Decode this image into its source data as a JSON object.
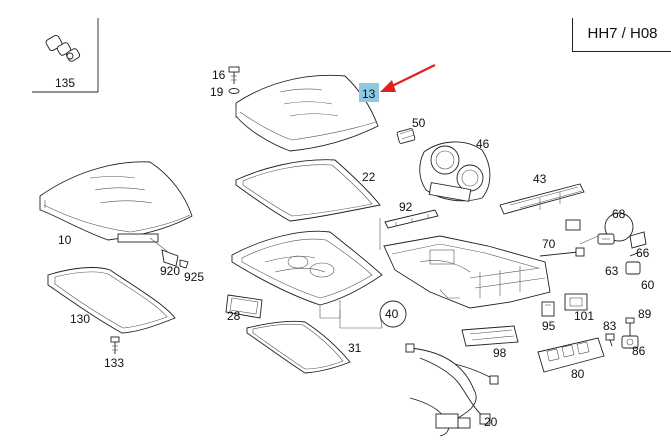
{
  "diagram": {
    "title": "HH7 / H08",
    "highlight_color": "#8ec9e4",
    "arrow_color": "#e02020",
    "highlighted_part": "13",
    "parts": {
      "p135": "135",
      "p16": "16",
      "p19": "19",
      "p13": "13",
      "p50": "50",
      "p46": "46",
      "p22": "22",
      "p43": "43",
      "p92": "92",
      "p10": "10",
      "p68": "68",
      "p70": "70",
      "p66": "66",
      "p920": "920",
      "p925": "925",
      "p63": "63",
      "p60": "60",
      "p130": "130",
      "p40": "40",
      "p89": "89",
      "p28": "28",
      "p95": "95",
      "p101": "101",
      "p83": "83",
      "p86": "86",
      "p31": "31",
      "p98": "98",
      "p133": "133",
      "p80": "80",
      "p20": "20"
    }
  }
}
